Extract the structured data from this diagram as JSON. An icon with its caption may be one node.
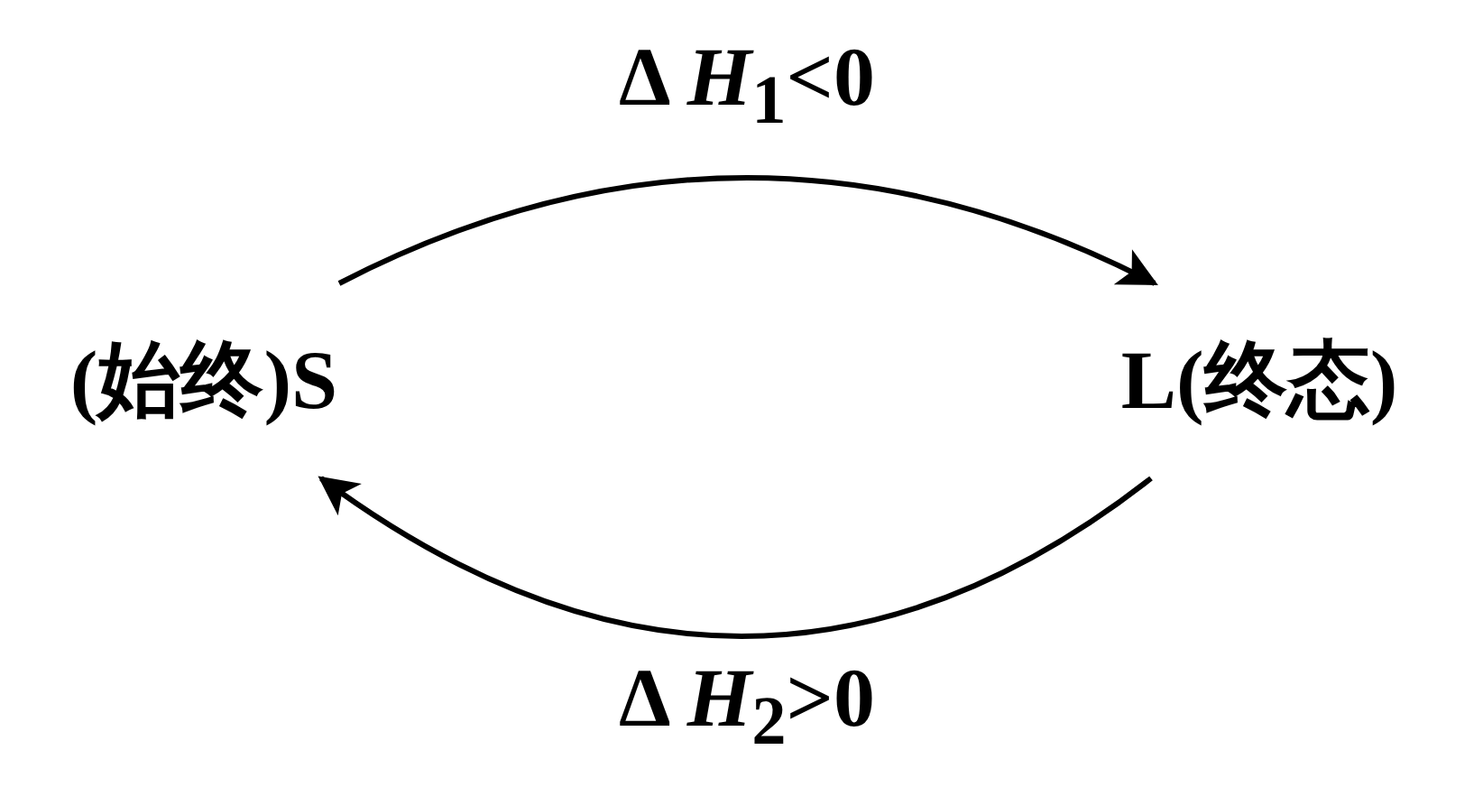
{
  "diagram": {
    "nodes": [
      {
        "text": [
          "(始终)S"
        ]
      },
      {
        "text": [
          "L(终态)"
        ]
      }
    ],
    "edges": [
      {
        "from": 0,
        "to": 1,
        "arrow": "to",
        "label": "Δ *H*$_{1}$<0"
      },
      {
        "from": 1,
        "to": 0,
        "arrow": "to",
        "label": "Δ *H*$_{2}$>0"
      }
    ]
  }
}
